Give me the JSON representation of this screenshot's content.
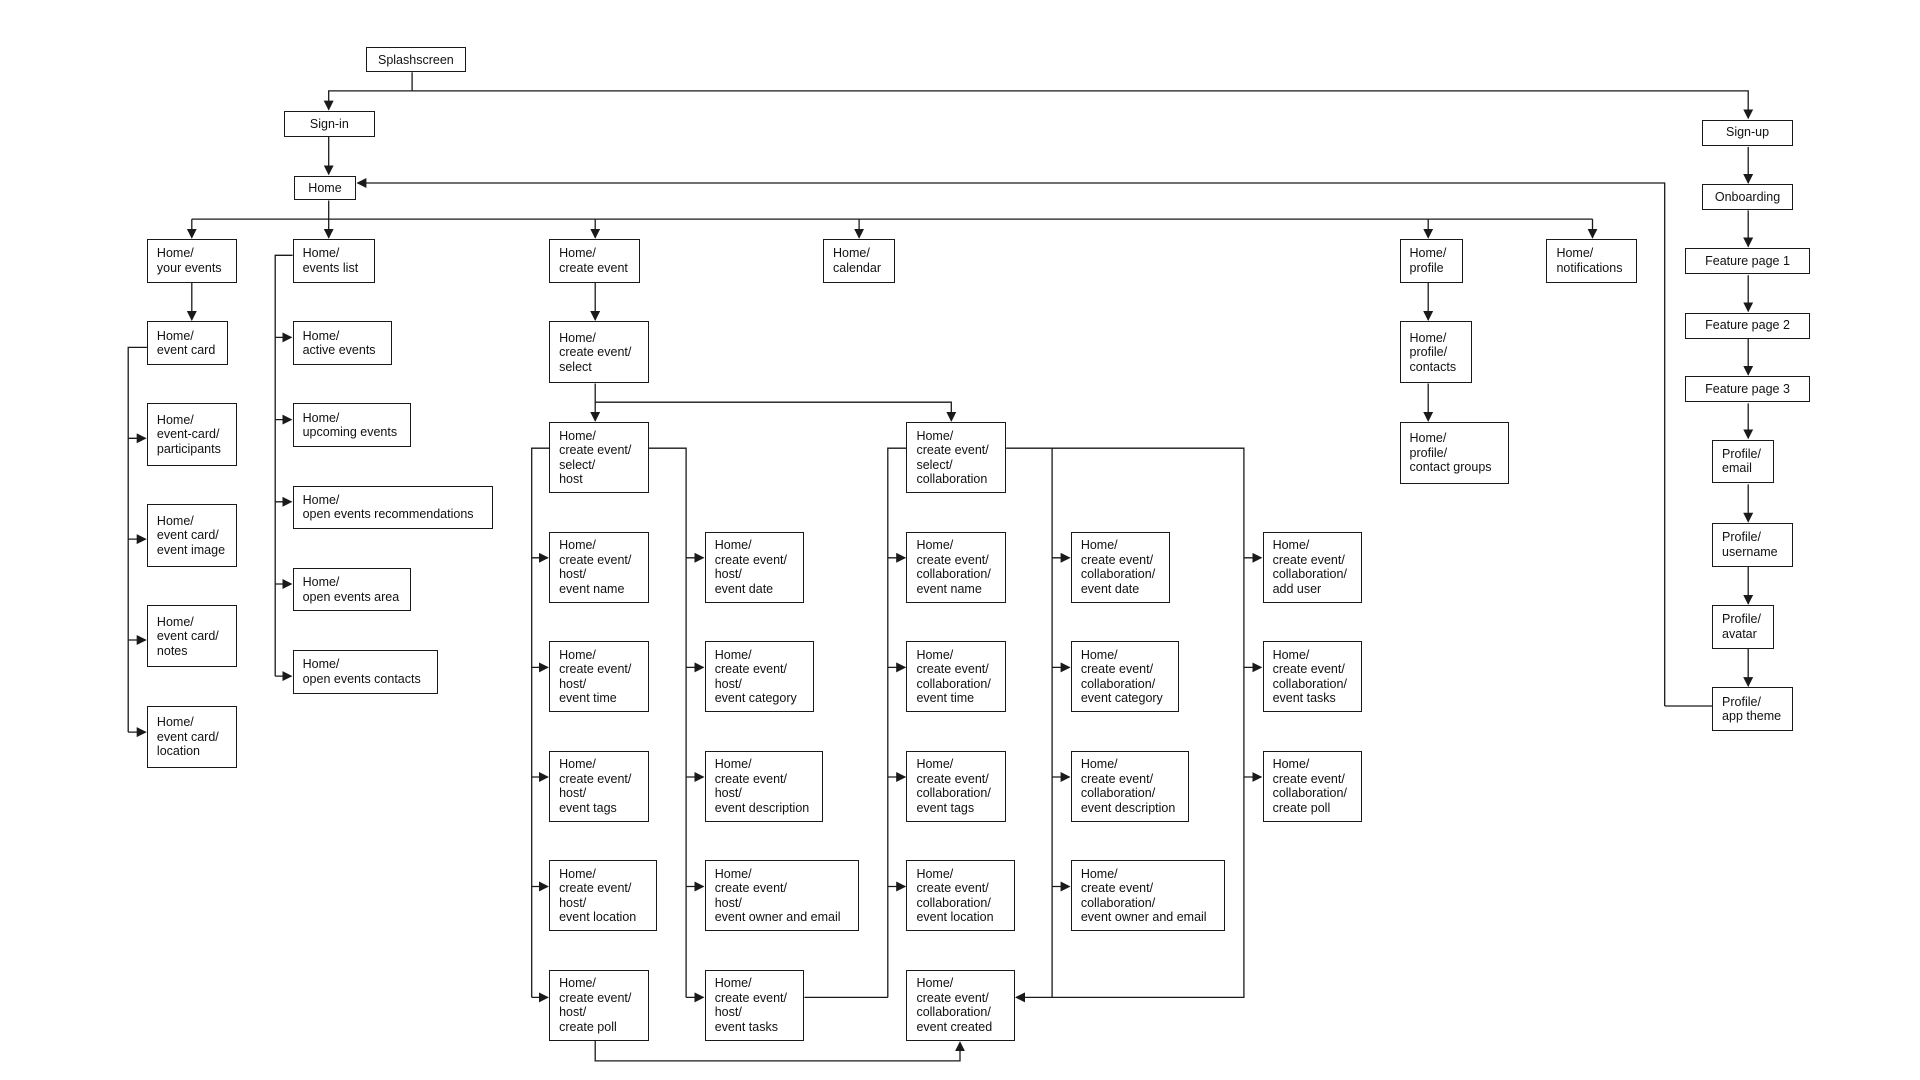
{
  "diagram": {
    "type": "sitemap-flowchart",
    "colors": {
      "stroke": "#1a1a1a",
      "text": "#111111",
      "background": "#ffffff"
    },
    "nodes": {
      "splash": {
        "lines": [
          "Splashscreen"
        ]
      },
      "signin": {
        "lines": [
          "Sign-in"
        ]
      },
      "home": {
        "lines": [
          "Home"
        ]
      },
      "your_events": {
        "lines": [
          "Home/",
          "your events"
        ]
      },
      "event_card": {
        "lines": [
          "Home/",
          "event card"
        ]
      },
      "ec_participants": {
        "lines": [
          "Home/",
          "event-card/",
          "participants"
        ]
      },
      "ec_image": {
        "lines": [
          "Home/",
          "event card/",
          "event image"
        ]
      },
      "ec_notes": {
        "lines": [
          "Home/",
          "event card/",
          "notes"
        ]
      },
      "ec_location": {
        "lines": [
          "Home/",
          "event card/",
          "location"
        ]
      },
      "events_list": {
        "lines": [
          "Home/",
          "events list"
        ]
      },
      "active_events": {
        "lines": [
          "Home/",
          "active events"
        ]
      },
      "upcoming_events": {
        "lines": [
          "Home/",
          "upcoming events"
        ]
      },
      "open_recs": {
        "lines": [
          "Home/",
          "open events recommendations"
        ]
      },
      "open_area": {
        "lines": [
          "Home/",
          "open events area"
        ]
      },
      "open_contacts": {
        "lines": [
          "Home/",
          "open events contacts"
        ]
      },
      "create_event": {
        "lines": [
          "Home/",
          "create event"
        ]
      },
      "ce_select": {
        "lines": [
          "Home/",
          "create event/",
          "select"
        ]
      },
      "host": {
        "lines": [
          "Home/",
          "create event/",
          "select/",
          "host"
        ]
      },
      "collab": {
        "lines": [
          "Home/",
          "create event/",
          "select/",
          "collaboration"
        ]
      },
      "h_name": {
        "lines": [
          "Home/",
          "create event/",
          "host/",
          "event name"
        ]
      },
      "h_time": {
        "lines": [
          "Home/",
          "create event/",
          "host/",
          "event time"
        ]
      },
      "h_tags": {
        "lines": [
          "Home/",
          "create event/",
          "host/",
          "event tags"
        ]
      },
      "h_location": {
        "lines": [
          "Home/",
          "create event/",
          "host/",
          "event location"
        ]
      },
      "h_poll": {
        "lines": [
          "Home/",
          "create event/",
          "host/",
          "create poll"
        ]
      },
      "h_date": {
        "lines": [
          "Home/",
          "create event/",
          "host/",
          "event date"
        ]
      },
      "h_category": {
        "lines": [
          "Home/",
          "create event/",
          "host/",
          "event category"
        ]
      },
      "h_description": {
        "lines": [
          "Home/",
          "create event/",
          "host/",
          "event description"
        ]
      },
      "h_owner": {
        "lines": [
          "Home/",
          "create event/",
          "host/",
          "event owner and email"
        ]
      },
      "h_tasks": {
        "lines": [
          "Home/",
          "create event/",
          "host/",
          "event tasks"
        ]
      },
      "c_name": {
        "lines": [
          "Home/",
          "create event/",
          "collaboration/",
          "event name"
        ]
      },
      "c_time": {
        "lines": [
          "Home/",
          "create event/",
          "collaboration/",
          "event time"
        ]
      },
      "c_tags": {
        "lines": [
          "Home/",
          "create event/",
          "collaboration/",
          "event tags"
        ]
      },
      "c_location": {
        "lines": [
          "Home/",
          "create event/",
          "collaboration/",
          "event location"
        ]
      },
      "c_created": {
        "lines": [
          "Home/",
          "create event/",
          "collaboration/",
          "event created"
        ]
      },
      "c_date": {
        "lines": [
          "Home/",
          "create event/",
          "collaboration/",
          "event date"
        ]
      },
      "c_category": {
        "lines": [
          "Home/",
          "create event/",
          "collaboration/",
          "event category"
        ]
      },
      "c_description": {
        "lines": [
          "Home/",
          "create event/",
          "collaboration/",
          "event description"
        ]
      },
      "c_owner": {
        "lines": [
          "Home/",
          "create event/",
          "collaboration/",
          "event owner and email"
        ]
      },
      "c_adduser": {
        "lines": [
          "Home/",
          "create event/",
          "collaboration/",
          "add user"
        ]
      },
      "c_tasks": {
        "lines": [
          "Home/",
          "create event/",
          "collaboration/",
          "event tasks"
        ]
      },
      "c_poll": {
        "lines": [
          "Home/",
          "create event/",
          "collaboration/",
          "create poll"
        ]
      },
      "calendar": {
        "lines": [
          "Home/",
          "calendar"
        ]
      },
      "profile": {
        "lines": [
          "Home/",
          "profile"
        ]
      },
      "profile_contacts": {
        "lines": [
          "Home/",
          "profile/",
          "contacts"
        ]
      },
      "contact_groups": {
        "lines": [
          "Home/",
          "profile/",
          "contact groups"
        ]
      },
      "notifications": {
        "lines": [
          "Home/",
          "notifications"
        ]
      },
      "signup": {
        "lines": [
          "Sign-up"
        ]
      },
      "onboarding": {
        "lines": [
          "Onboarding"
        ]
      },
      "feature1": {
        "lines": [
          "Feature page 1"
        ]
      },
      "feature2": {
        "lines": [
          "Feature page 2"
        ]
      },
      "feature3": {
        "lines": [
          "Feature page 3"
        ]
      },
      "p_email": {
        "lines": [
          "Profile/",
          "email"
        ]
      },
      "p_username": {
        "lines": [
          "Profile/",
          "username"
        ]
      },
      "p_avatar": {
        "lines": [
          "Profile/",
          "avatar"
        ]
      },
      "p_theme": {
        "lines": [
          "Profile/",
          "app theme"
        ]
      }
    }
  }
}
